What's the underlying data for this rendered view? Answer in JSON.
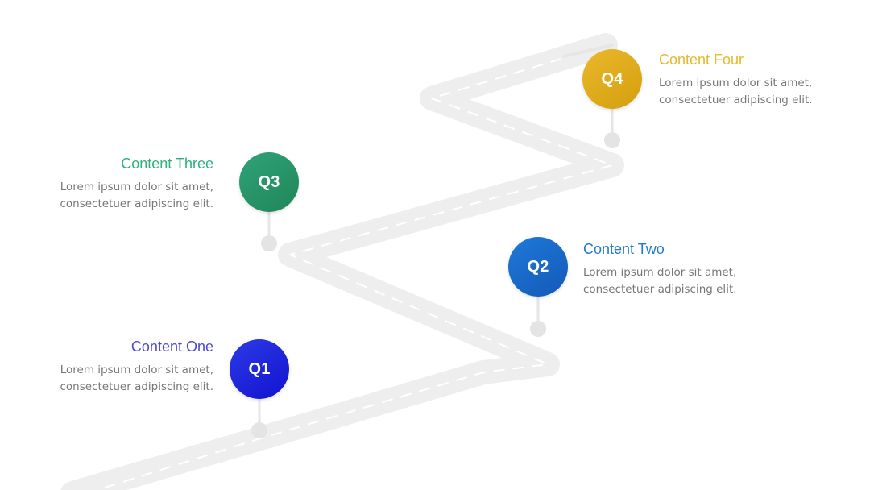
{
  "colors": {
    "q1": "#1a1ad8",
    "q2": "#1565c8",
    "q3": "#26956a",
    "q4": "#e0ac1b",
    "title_q1": "#4a4acd",
    "title_q2": "#1f7ad6",
    "title_q3": "#2fb07d",
    "title_q4": "#e6b92c",
    "road": "#eeeeee",
    "road_marking": "#ffffff"
  },
  "milestones": [
    {
      "badge": "Q1",
      "title": "Content One",
      "text": "Lorem ipsum dolor sit amet,\nconsectetuer adipiscing elit."
    },
    {
      "badge": "Q2",
      "title": "Content Two",
      "text": "Lorem ipsum dolor sit amet,\nconsectetuer adipiscing elit."
    },
    {
      "badge": "Q3",
      "title": "Content Three",
      "text": "Lorem ipsum dolor sit amet,\nconsectetuer adipiscing elit."
    },
    {
      "badge": "Q4",
      "title": "Content Four",
      "text": "Lorem ipsum dolor sit amet,\nconsectetuer adipiscing elit."
    }
  ]
}
